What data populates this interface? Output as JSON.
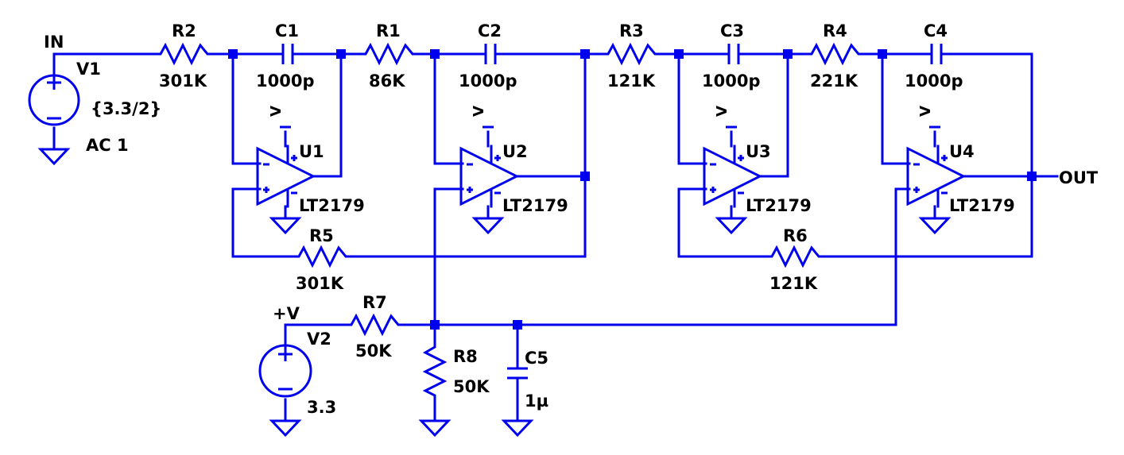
{
  "nets": {
    "input": "IN",
    "output": "OUT",
    "supply": "+V",
    "opamp_supply_pin": "V"
  },
  "sources": {
    "V1": {
      "ref": "V1",
      "value": "{3.3/2}",
      "ac": "AC 1"
    },
    "V2": {
      "ref": "V2",
      "value": "3.3"
    }
  },
  "resistors": {
    "R1": {
      "ref": "R1",
      "value": "86K"
    },
    "R2": {
      "ref": "R2",
      "value": "301K"
    },
    "R3": {
      "ref": "R3",
      "value": "121K"
    },
    "R4": {
      "ref": "R4",
      "value": "221K"
    },
    "R5": {
      "ref": "R5",
      "value": "301K"
    },
    "R6": {
      "ref": "R6",
      "value": "121K"
    },
    "R7": {
      "ref": "R7",
      "value": "50K"
    },
    "R8": {
      "ref": "R8",
      "value": "50K"
    }
  },
  "capacitors": {
    "C1": {
      "ref": "C1",
      "value": "1000p"
    },
    "C2": {
      "ref": "C2",
      "value": "1000p"
    },
    "C3": {
      "ref": "C3",
      "value": "1000p"
    },
    "C4": {
      "ref": "C4",
      "value": "1000p"
    },
    "C5": {
      "ref": "C5",
      "value": "1µ"
    }
  },
  "opamps": {
    "U1": {
      "ref": "U1",
      "model": "LT2179"
    },
    "U2": {
      "ref": "U2",
      "model": "LT2179"
    },
    "U3": {
      "ref": "U3",
      "model": "LT2179"
    },
    "U4": {
      "ref": "U4",
      "model": "LT2179"
    }
  },
  "pin_marks": {
    "plus": "+",
    "minus": "−"
  },
  "colors": {
    "wire": "#0000ee",
    "text": "#000000",
    "background": "#ffffff"
  }
}
